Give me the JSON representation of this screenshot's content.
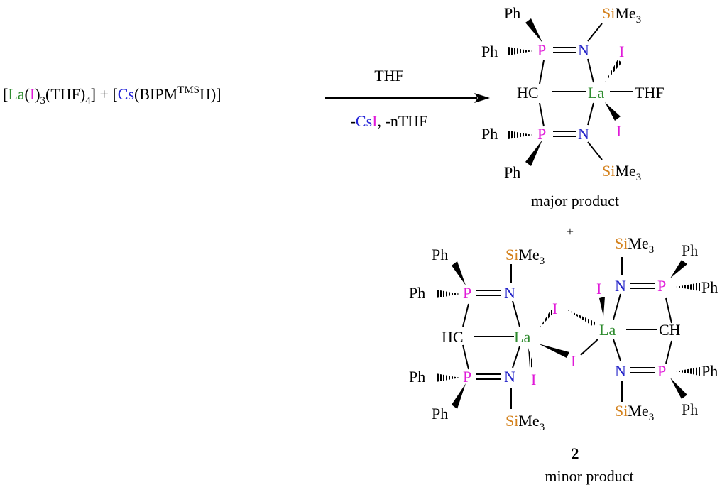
{
  "colors": {
    "black": "#000000",
    "la": "#2e8b2e",
    "iodine": "#e01ad8",
    "cs": "#2323d8",
    "p": "#e01ad8",
    "n": "#2424c8",
    "si": "#d4821e"
  },
  "reactants": {
    "bracket_open": "[",
    "la": "La",
    "paren_open": "(",
    "i": "I",
    "thf_group": ")3(THF)4] + [",
    "thf_part1": ")",
    "sub3": "3",
    "thf_part2": "(THF)",
    "sub4": "4",
    "plus_bracket": "] + [",
    "cs": "Cs",
    "bipm": "(BIPM",
    "tms": "TMS",
    "h_close": "H)]"
  },
  "arrow": {
    "above": "THF",
    "below_dash": "-",
    "below_cs": "Cs",
    "below_i": "I",
    "below_rest": ", -nTHF"
  },
  "labels": {
    "Ph": "Ph",
    "P": "P",
    "N": "N",
    "Si": "Si",
    "Me": "Me",
    "sub3": "3",
    "I": "I",
    "La": "La",
    "HC": "HC",
    "CH": "CH",
    "THF": "THF",
    "plus": "+"
  },
  "major": {
    "caption": "major product"
  },
  "minor": {
    "number": "2",
    "caption": "minor product"
  }
}
